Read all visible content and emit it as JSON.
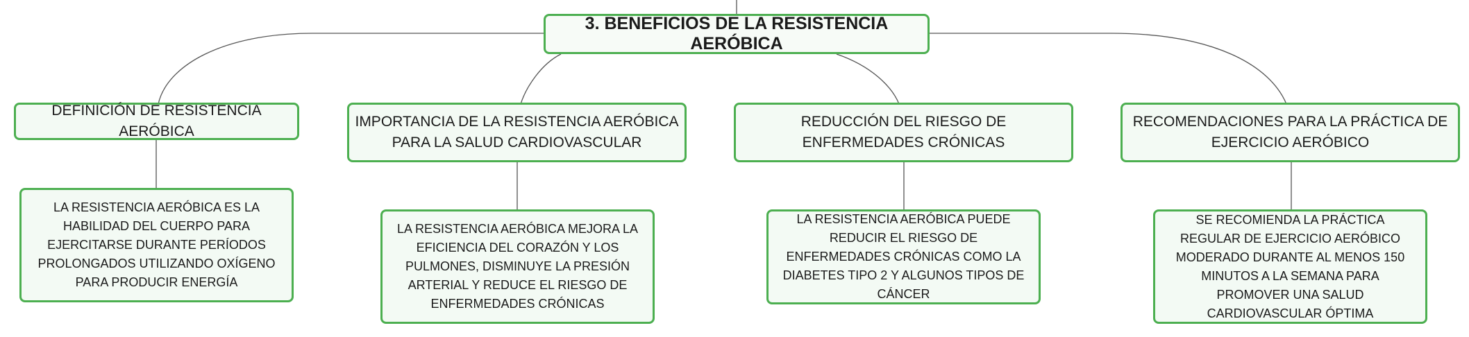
{
  "diagram": {
    "root": {
      "label": "3. BENEFICIOS DE LA RESISTENCIA AERÓBICA"
    },
    "topics": [
      {
        "label": "DEFINICIÓN DE RESISTENCIA AERÓBICA",
        "detail": "LA RESISTENCIA AERÓBICA ES LA HABILIDAD DEL CUERPO PARA EJERCITARSE DURANTE PERÍODOS PROLONGADOS UTILIZANDO OXÍGENO PARA PRODUCIR ENERGÍA"
      },
      {
        "label": "IMPORTANCIA DE LA RESISTENCIA AERÓBICA PARA LA SALUD CARDIOVASCULAR",
        "detail": "LA RESISTENCIA AERÓBICA MEJORA LA EFICIENCIA DEL CORAZÓN Y LOS PULMONES, DISMINUYE LA PRESIÓN ARTERIAL Y REDUCE EL RIESGO DE ENFERMEDADES CRÓNICAS"
      },
      {
        "label": "REDUCCIÓN DEL RIESGO DE ENFERMEDADES CRÓNICAS",
        "detail": "LA RESISTENCIA AERÓBICA PUEDE REDUCIR EL RIESGO DE ENFERMEDADES CRÓNICAS COMO LA DIABETES TIPO 2 Y ALGUNOS TIPOS DE CÁNCER"
      },
      {
        "label": "RECOMENDACIONES PARA LA PRÁCTICA DE EJERCICIO AERÓBICO",
        "detail": "SE RECOMIENDA LA PRÁCTICA REGULAR DE EJERCICIO AERÓBICO MODERADO DURANTE AL MENOS 150 MINUTOS A LA SEMANA PARA PROMOVER UNA SALUD CARDIOVASCULAR ÓPTIMA"
      }
    ]
  },
  "colors": {
    "node_border": "#4caf50",
    "node_fill": "#f3faf4",
    "connector": "#555555"
  }
}
